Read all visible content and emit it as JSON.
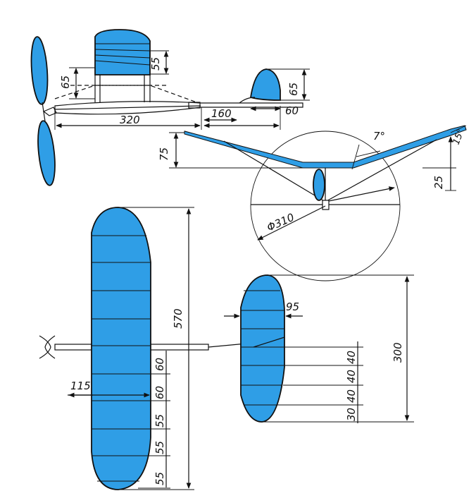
{
  "colors": {
    "covering": "#2f9ee6",
    "line": "#111111",
    "background": "#ffffff"
  },
  "side_view": {
    "wing_height": "65",
    "strut_height": "55",
    "fuselage_length": "320",
    "tail_offset": "160",
    "fin_height": "65",
    "fin_chord": "60"
  },
  "front_view": {
    "dihedral_angle": "7°",
    "tip_angle": "15°",
    "dihedral_height": "75",
    "tip_height": "25",
    "propeller_diameter": "Φ310"
  },
  "top_view": {
    "wing_span": "570",
    "wing_chord": "115",
    "rib_spacings": [
      "60",
      "60",
      "55",
      "55",
      "55"
    ],
    "stab_span": "300",
    "stab_chord": "95",
    "stab_rib_spacings": [
      "40",
      "40",
      "40",
      "30"
    ]
  }
}
